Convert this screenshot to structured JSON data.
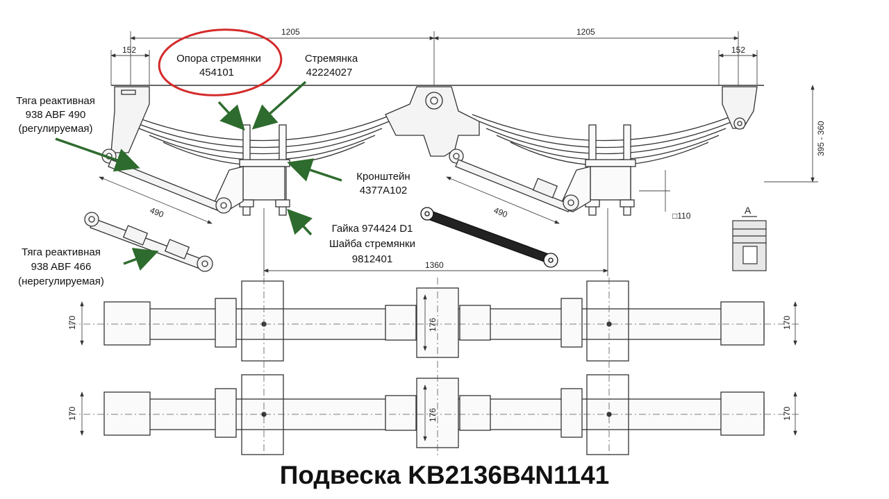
{
  "title": "Подвеска KB2136B4N1141",
  "dimensions": {
    "top_left": "1205",
    "top_right": "1205",
    "end_left": "152",
    "end_right": "152",
    "height_range": "395 - 360",
    "rod_left": "490",
    "rod_right": "490",
    "axle_spacing": "1360",
    "square": "□110",
    "section": "A",
    "plan_top_left": "170",
    "plan_top_center": "176",
    "plan_top_right": "170",
    "plan_bottom_left": "170",
    "plan_bottom_center": "176",
    "plan_bottom_right": "170"
  },
  "callouts": {
    "opora": [
      "Опора стремянки",
      "454101"
    ],
    "stremyanka": [
      "Стремянка",
      "42224027"
    ],
    "tyaga_reg": [
      "Тяга реактивная",
      "938 ABF 490",
      "(регулируемая)"
    ],
    "kronshtein": [
      "Кронштейн",
      "4377A102"
    ],
    "gaika": [
      "Гайка 974424 D1",
      "Шайба стремянки",
      "9812401"
    ],
    "tyaga_nereg": [
      "Тяга реактивная",
      "938 ABF 466",
      "(нерегулируемая)"
    ]
  },
  "colors": {
    "line": "#333333",
    "arrow": "#2e6b2e",
    "highlight": "#d42a2a"
  }
}
